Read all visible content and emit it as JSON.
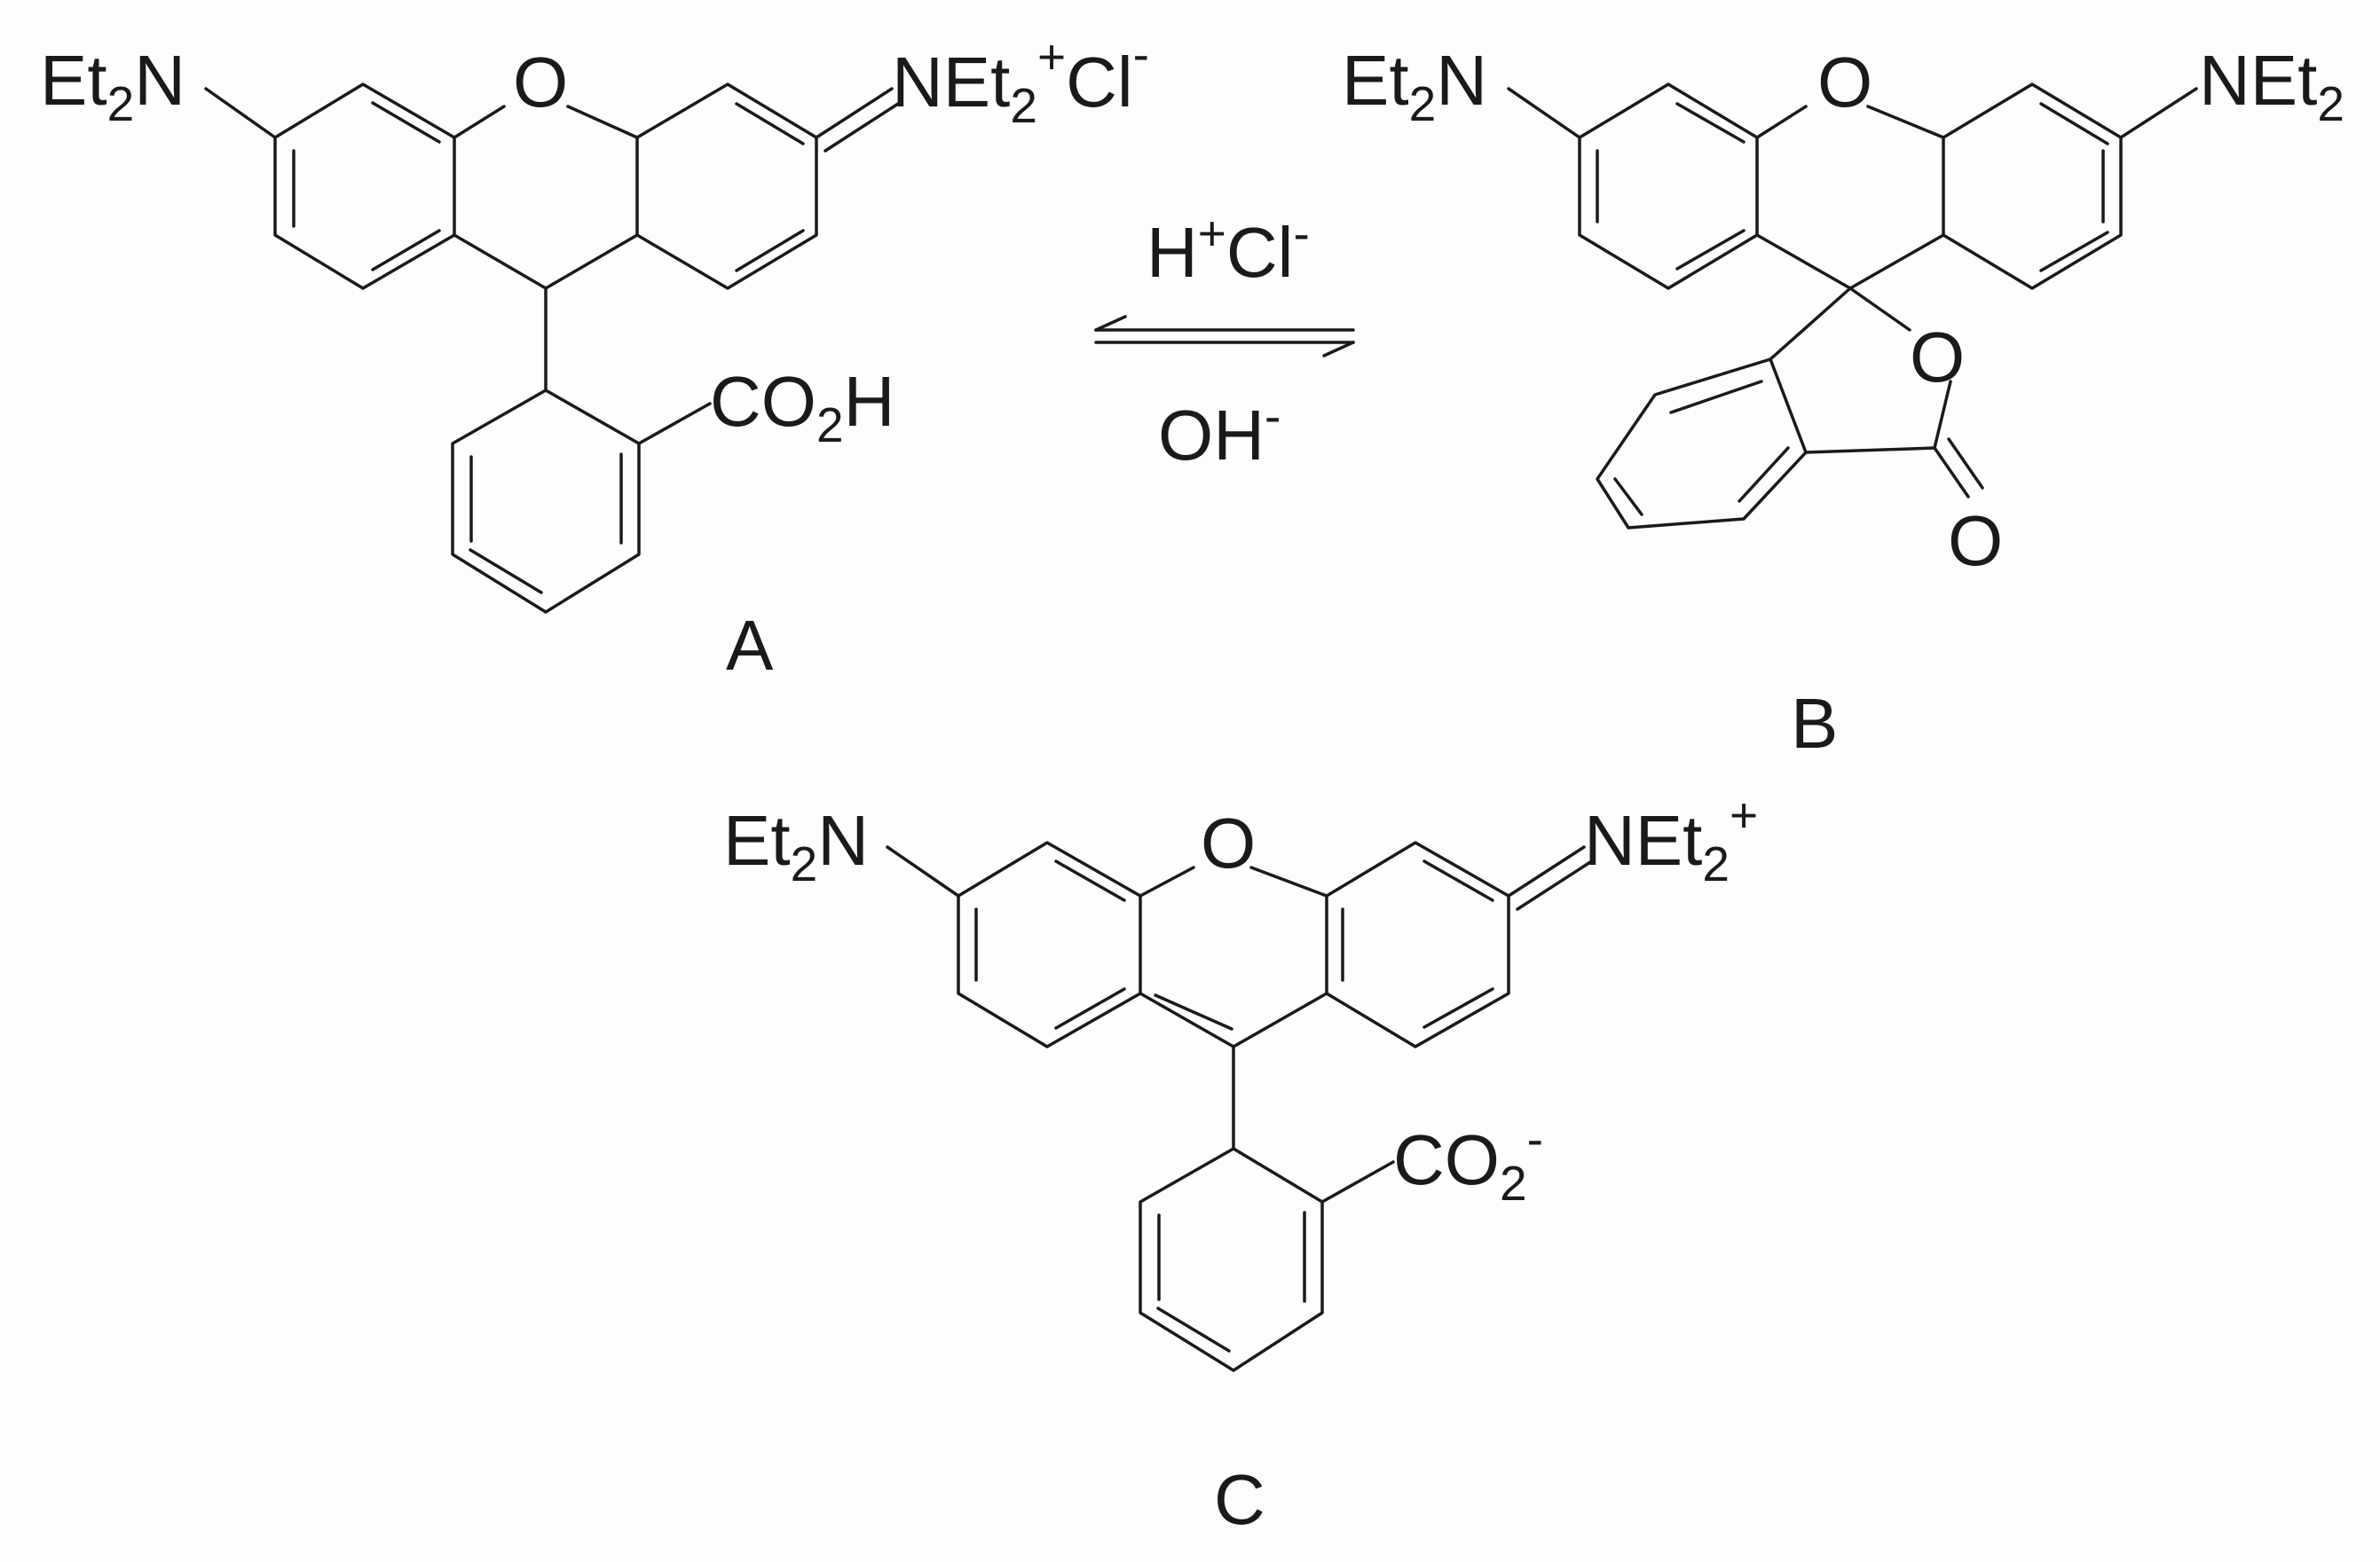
{
  "labels": {
    "A": "A",
    "B": "B",
    "C": "C"
  },
  "conditions": {
    "forward": {
      "h": "H",
      "h_sup": "+",
      "cl": "Cl",
      "cl_sup": "-"
    },
    "reverse": {
      "oh": "OH",
      "oh_sup": "-"
    }
  },
  "groups": {
    "et": "Et",
    "two": "2",
    "n": "N",
    "neq": "NEt",
    "o": "O",
    "plus": "+",
    "minus": "-",
    "cl": "Cl",
    "co": "CO",
    "h": "H"
  },
  "colors": {
    "ink": "#1a1a1a",
    "background": "#fdfdfd"
  }
}
